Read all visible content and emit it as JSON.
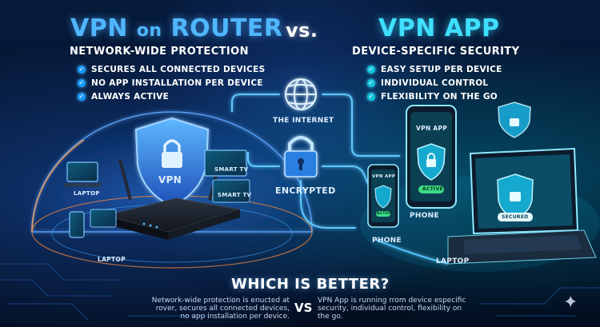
{
  "header": {
    "left_title_main": "VPN",
    "left_title_on": "on",
    "left_title_router": "ROUTER",
    "vs": "vs.",
    "right_title": "VPN APP"
  },
  "left_panel": {
    "subtitle": "NETWORK-WIDE PROTECTION",
    "bullets": [
      "SECURES ALL CONNECTED DEVICES",
      "NO APP INSTALLATION PER DEVICE",
      "ALWAYS ACTIVE"
    ]
  },
  "right_panel": {
    "subtitle": "DEVICE-SPECIFIC SECURITY",
    "bullets": [
      "EASY SETUP PER DEVICE",
      "INDIVIDUAL CONTROL",
      "FLEXIBILITY ON THE GO"
    ]
  },
  "center": {
    "internet_label": "THE INTERNET",
    "encrypted_label": "ENCRYPTED"
  },
  "router_scene": {
    "shield_label": "VPN",
    "laptop_top": "LAPTOP",
    "smart_tv_1": "SMART TV",
    "smart_tv_2": "SMART TV",
    "laptop_bottom": "LAPTOP"
  },
  "app_scene": {
    "phone_big_title": "VPN APP",
    "phone_big_status": "ACTIVE",
    "phone_big_label": "PHONE",
    "phone_small_title": "VPN APP",
    "phone_small_status": "ACTIVE",
    "phone_small_label": "PHONE",
    "laptop_status": "SECURED",
    "laptop_label": "LAPTOP"
  },
  "footer": {
    "question": "WHICH IS BETTER?",
    "left_text": "Network-wide protection is enucted at rover, secures all connected devices, no app installation per device.",
    "vs": "VS",
    "right_text": "VPN App is running rrom device especific security, individual control, flexibility on the go."
  },
  "colors": {
    "left_accent": "#4fb6ff",
    "right_accent": "#3fe0ff",
    "status_green": "#3ddc84",
    "background": "#041226"
  },
  "icons": [
    "globe-icon",
    "padlock-icon",
    "shield-lock-icon",
    "checkmark-icon",
    "sparkle-icon"
  ]
}
